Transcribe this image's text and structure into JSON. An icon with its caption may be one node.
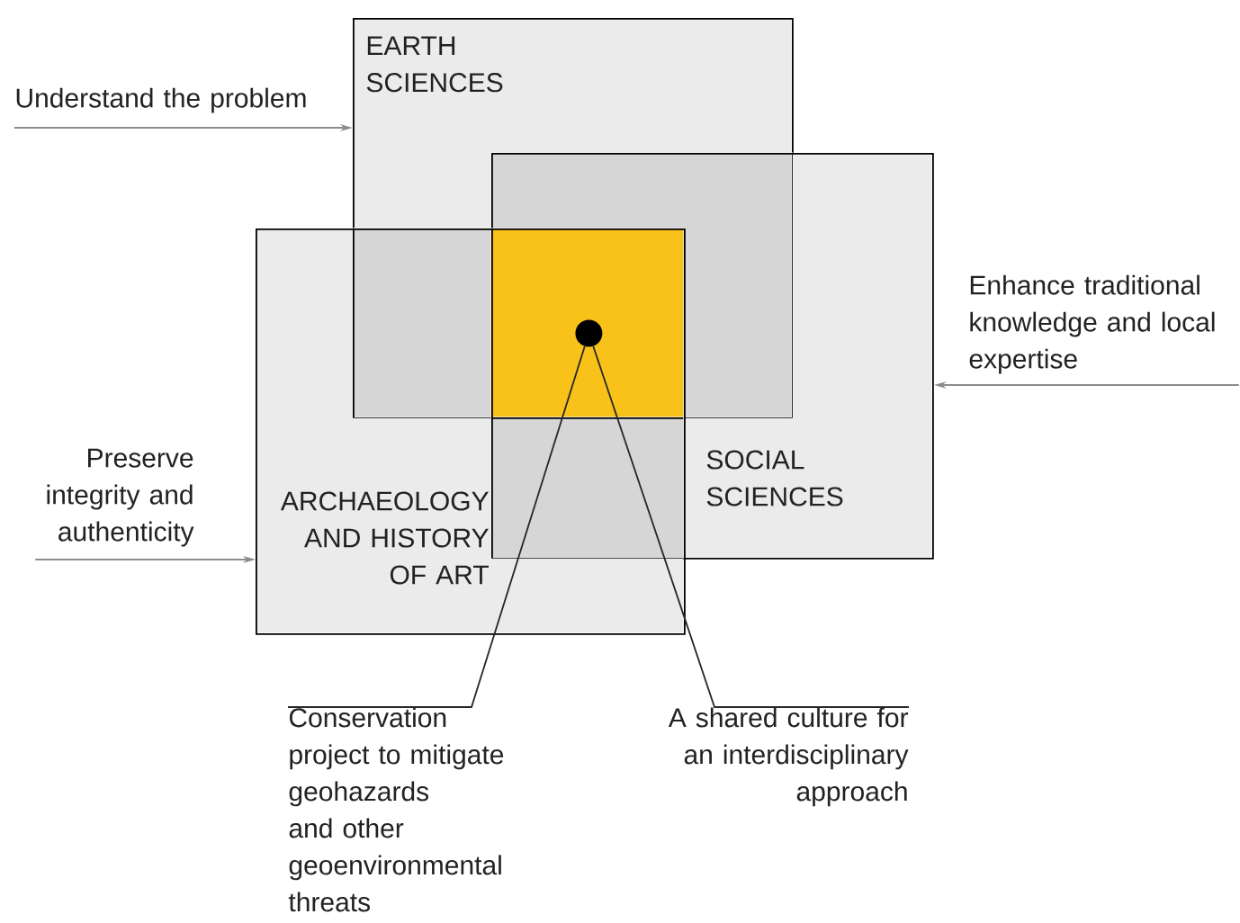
{
  "diagram": {
    "nodes": [
      {
        "text": [
          "EARTH SCIENCES"
        ]
      },
      {
        "text": [
          "SOCIAL SCIENCES"
        ]
      },
      {
        "text": [
          "ARCHAEOLOGY AND HISTORY OF ART"
        ]
      },
      {
        "text": [],
        "shape": "box"
      },
      {
        "text": [],
        "shape": "box"
      },
      {
        "text": [],
        "shape": "box"
      },
      {
        "text": [],
        "shape": "box"
      },
      {
        "text": [],
        "shape": "circle",
        "in": 6
      },
      {
        "text": [
          "Understand the problem"
        ]
      },
      {
        "text": [
          "Preserve integrity and authenticity"
        ]
      },
      {
        "text": [
          "Enhance traditional knowledge and local expertise"
        ]
      },
      {
        "text": [
          "Conservation project to mitigate geohazards and other geoenvironmental threats"
        ]
      },
      {
        "text": [
          "A shared culture for an interdisciplinary approach"
        ]
      }
    ],
    "edges": [
      {
        "from": 8,
        "to": 0,
        "arrow": "to"
      },
      {
        "from": 9,
        "to": 2,
        "arrow": "to"
      },
      {
        "from": 10,
        "to": 1,
        "arrow": "to"
      },
      {
        "from": 11,
        "to": 7,
        "arrow": "none",
        "color": "#262626"
      },
      {
        "from": 12,
        "to": 7,
        "arrow": "none",
        "color": "#262626"
      }
    ]
  }
}
